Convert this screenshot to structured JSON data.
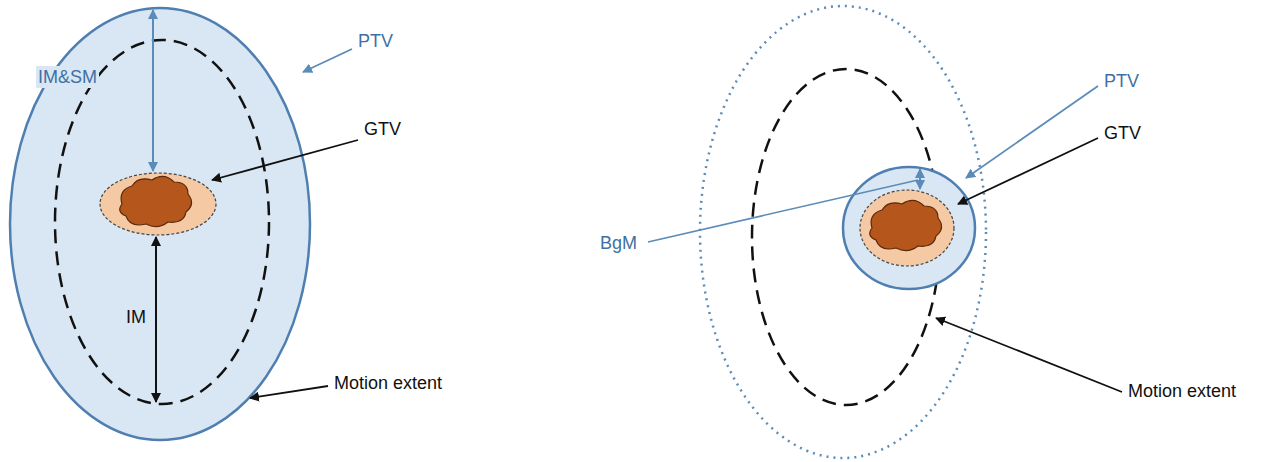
{
  "diagram": {
    "labels": [
      "PTV",
      "IM&SM",
      "GTV",
      "IM",
      "Motion extent",
      "BgM",
      "PTV",
      "GTV",
      "Motion extent"
    ]
  }
}
